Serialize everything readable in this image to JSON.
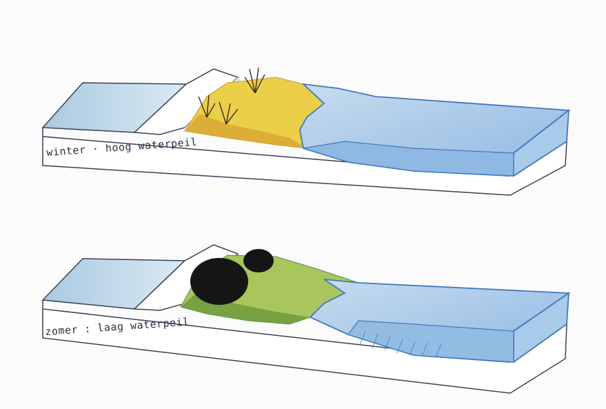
{
  "panels": [
    {
      "id": "winter",
      "caption": "winter · hoog waterpeil",
      "vegetation": "dry-reed",
      "colors": {
        "land": "#eed24c",
        "land_dark": "#d9a93a",
        "water": "#a7c9ea",
        "water_edge": "#3f78bd",
        "bank": "#cfe1ef"
      }
    },
    {
      "id": "summer",
      "caption": "zomer : laag waterpeil",
      "vegetation": "green-grass-with-shrubs",
      "colors": {
        "land": "#a7c45a",
        "land_dark": "#5f8a3a",
        "water": "#a9cbe9",
        "water_edge": "#3f78bd",
        "bank": "#cfe1ef",
        "shrub": "#1a1a1a"
      }
    }
  ]
}
